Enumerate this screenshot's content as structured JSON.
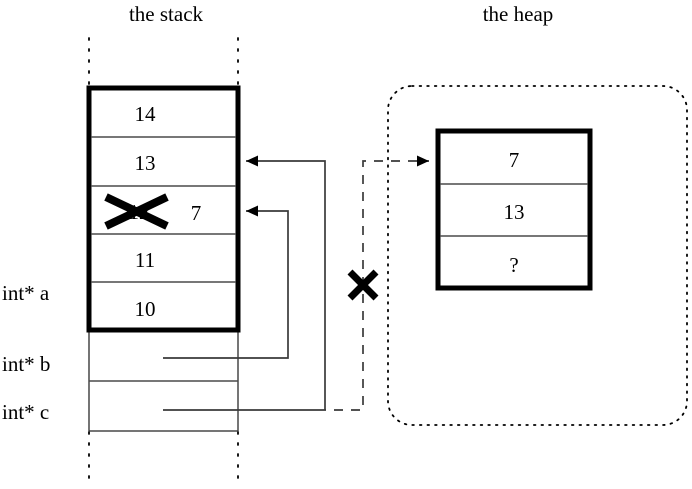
{
  "diagram": {
    "title_stack": "the stack",
    "title_heap": "the heap",
    "stack": {
      "cells": [
        {
          "value": "14"
        },
        {
          "value": "13"
        },
        {
          "value": "12",
          "struck": true,
          "new_value": "7"
        },
        {
          "value": "11"
        },
        {
          "value": "10"
        }
      ],
      "variables": [
        {
          "label": "int* a"
        },
        {
          "label": "int* b"
        },
        {
          "label": "int* c"
        }
      ]
    },
    "heap": {
      "cells": [
        {
          "value": "7"
        },
        {
          "value": "13"
        },
        {
          "value": "?"
        }
      ]
    },
    "marks": {
      "invalid_pointer": "x-mark",
      "overwritten_value": "x-mark"
    },
    "colors": {
      "ink": "#000000",
      "line": "#3a3a3a",
      "background": "#ffffff"
    }
  }
}
